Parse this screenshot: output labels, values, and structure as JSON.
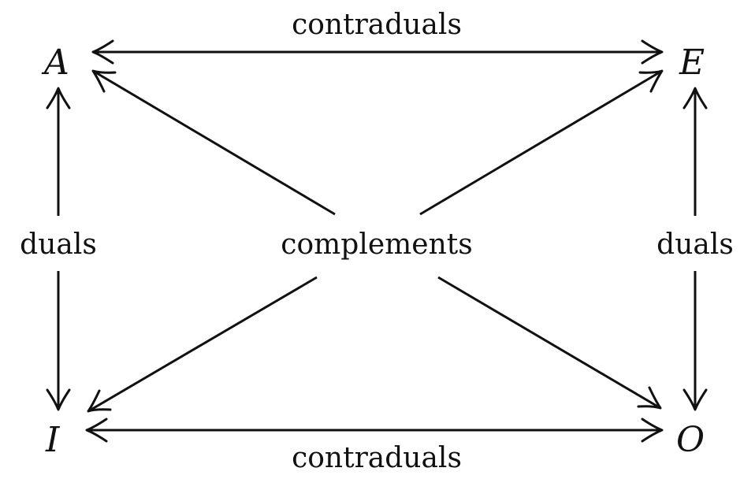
{
  "diagram": {
    "nodes": {
      "A": "A",
      "E": "E",
      "I": "I",
      "O": "O"
    },
    "labels": {
      "top": "contraduals",
      "bottom": "contraduals",
      "left": "duals",
      "right": "duals",
      "center": "complements"
    },
    "edges": [
      {
        "from": "A",
        "to": "E",
        "relation": "contraduals",
        "bidirectional": true
      },
      {
        "from": "I",
        "to": "O",
        "relation": "contraduals",
        "bidirectional": true
      },
      {
        "from": "A",
        "to": "I",
        "relation": "duals",
        "bidirectional": true
      },
      {
        "from": "E",
        "to": "O",
        "relation": "duals",
        "bidirectional": true
      },
      {
        "from": "A",
        "to": "O",
        "relation": "complements",
        "bidirectional": true
      },
      {
        "from": "E",
        "to": "I",
        "relation": "complements",
        "bidirectional": true
      }
    ],
    "colors": {
      "ink": "#111111",
      "background": "#ffffff"
    }
  }
}
